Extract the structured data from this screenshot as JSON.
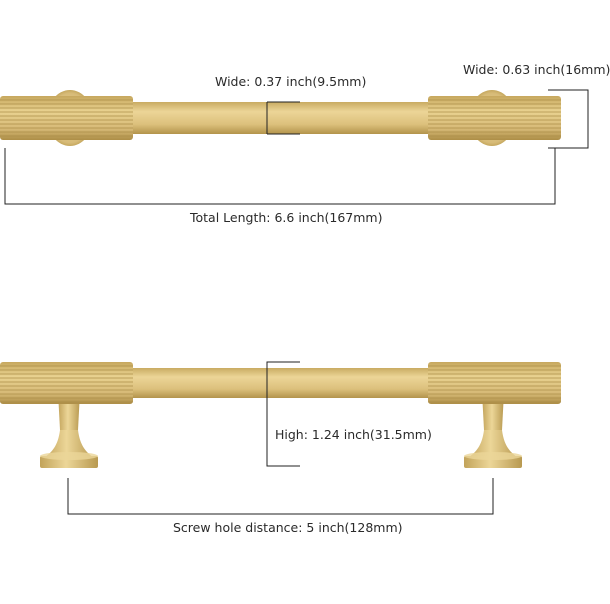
{
  "dimensions": {
    "bar_wide": "Wide: 0.37 inch(9.5mm)",
    "knurl_wide": "Wide: 0.63 inch(16mm)",
    "total_length": "Total Length: 6.6 inch(167mm)",
    "height": "High: 1.24 inch(31.5mm)",
    "screw_hole_distance": "Screw hole distance: 5 inch(128mm)"
  },
  "colors": {
    "brass_light": "#e6cf8e",
    "brass_mid": "#d3b671",
    "brass_dark": "#b99a52",
    "dim_line": "#222222"
  }
}
